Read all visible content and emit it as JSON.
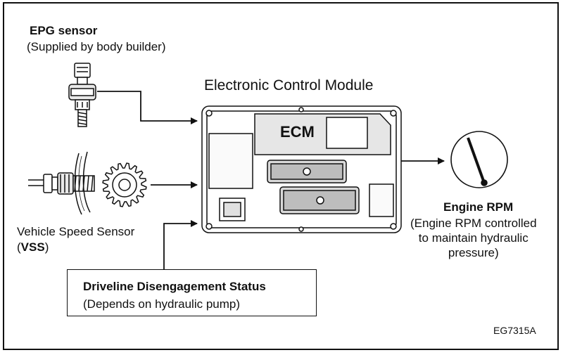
{
  "epg": {
    "title": "EPG sensor",
    "subtitle": "(Supplied by body builder)"
  },
  "module": {
    "title": "Electronic Control Module",
    "ecm_label": "ECM"
  },
  "vss": {
    "label": "Vehicle Speed Sensor",
    "abbr_open": "(",
    "abbr": "VSS",
    "abbr_close": ")"
  },
  "rpm": {
    "title": "Engine RPM",
    "desc_line1": "(Engine RPM controlled",
    "desc_line2": "to maintain hydraulic",
    "desc_line3": "pressure)"
  },
  "driveline": {
    "title": "Driveline Disengagement Status",
    "subtitle": "(Depends on hydraulic pump)"
  },
  "figure_code": "EG7315A"
}
